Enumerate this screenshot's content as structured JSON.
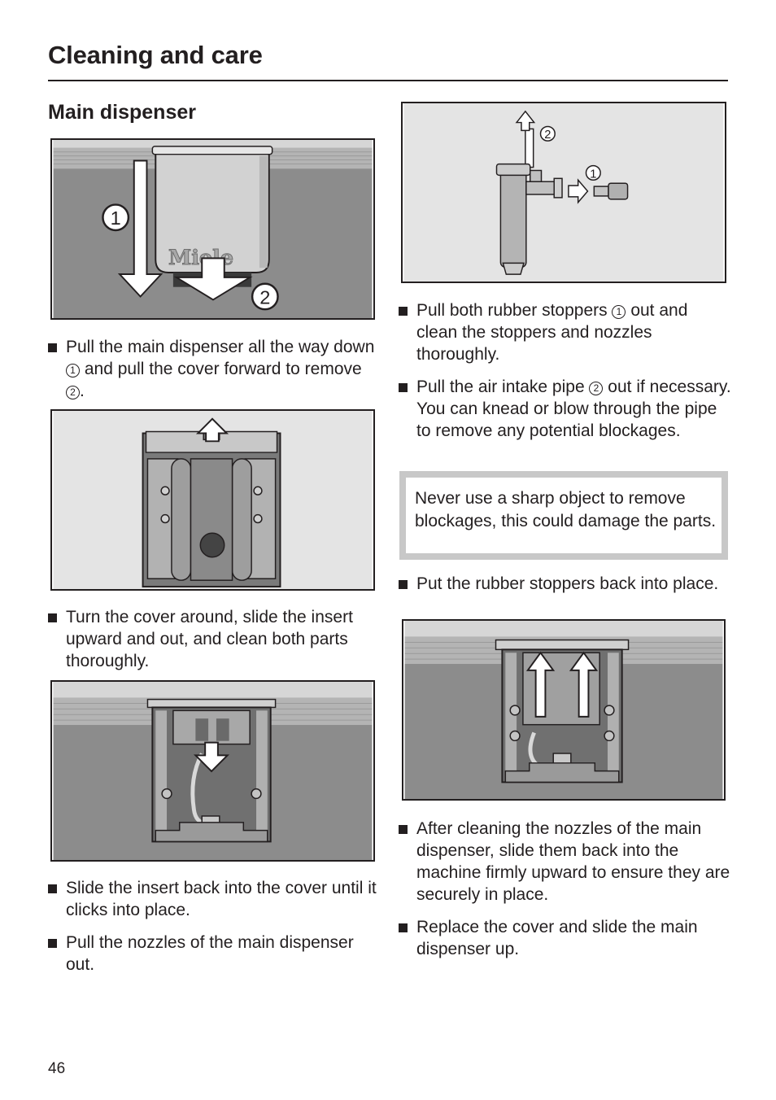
{
  "header": {
    "title": "Cleaning and care"
  },
  "section": {
    "title": "Main dispenser"
  },
  "fig1": {
    "callout_1": "1",
    "callout_2": "2",
    "brand": "Miele"
  },
  "fig4": {
    "callout_1": "1",
    "callout_2": "2"
  },
  "steps": {
    "s1": {
      "a": "Pull the main dispenser all the way down ",
      "n1": "1",
      "b": " and pull the cover forward to remove ",
      "n2": "2",
      "c": "."
    },
    "s2": {
      "text": "Turn the cover around, slide the insert upward and out, and clean both parts thoroughly."
    },
    "s3": {
      "text": "Slide the insert back into the cover until it clicks into place."
    },
    "s4": {
      "text": "Pull the nozzles of the main dispenser out."
    },
    "s5": {
      "a": "Pull both rubber stoppers ",
      "n1": "1",
      "b": " out and clean the stoppers and nozzles thoroughly."
    },
    "s6": {
      "a": "Pull the air intake pipe ",
      "n1": "2",
      "b": " out if necessary. You can knead or blow through the pipe to remove any potential blockages."
    },
    "s7": {
      "text": "Put the rubber stoppers back into place."
    },
    "s8": {
      "text": "After cleaning the nozzles of the main dispenser, slide them back into the machine firmly upward to ensure they are securely in place."
    },
    "s9": {
      "text": "Replace the cover and slide the main dispenser up."
    }
  },
  "warning": {
    "text": "Never use a sharp object to remove blockages, this could damage the parts."
  },
  "footer": {
    "page_number": "46"
  },
  "colors": {
    "text": "#231f20",
    "figure_bg": "#8c8c8c",
    "figure_light": "#e4e4e4",
    "warning_border": "#c8c8c8"
  }
}
